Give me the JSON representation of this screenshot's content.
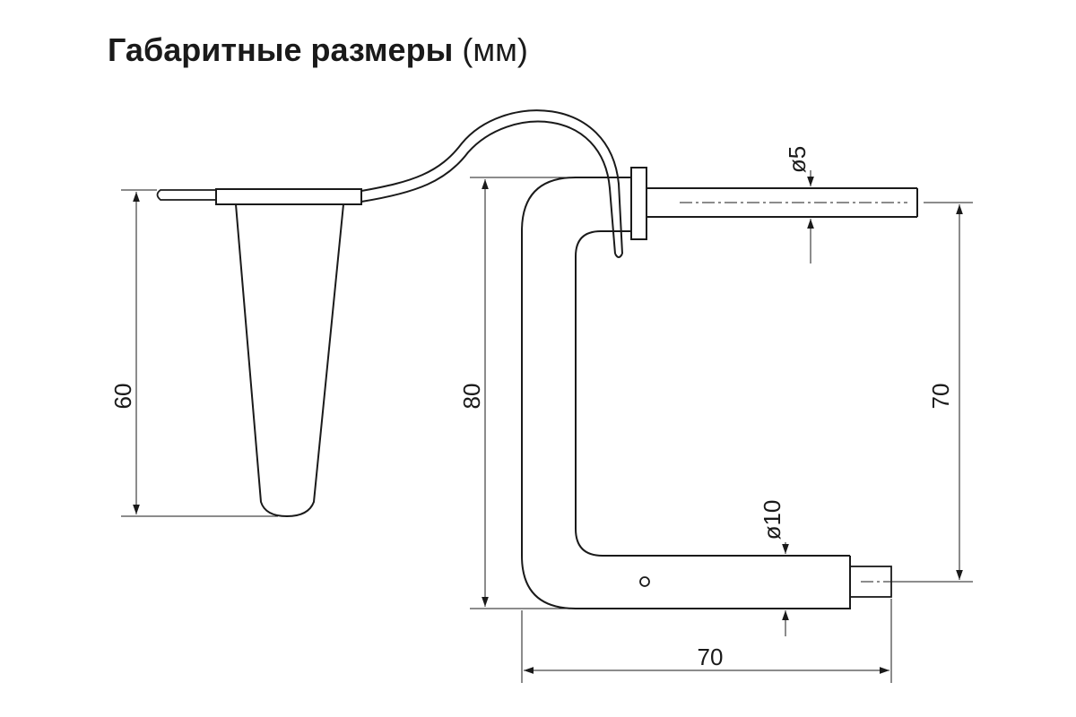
{
  "title": {
    "main": "Габаритные размеры",
    "unit": "(мм)"
  },
  "dimensions": {
    "left_height": "60",
    "bracket_height": "80",
    "rod_height": "70",
    "bottom_width": "70",
    "rod_diameter": "ø5",
    "tube_diameter": "ø10"
  },
  "colors": {
    "line": "#1a1a1a",
    "background": "#ffffff"
  }
}
